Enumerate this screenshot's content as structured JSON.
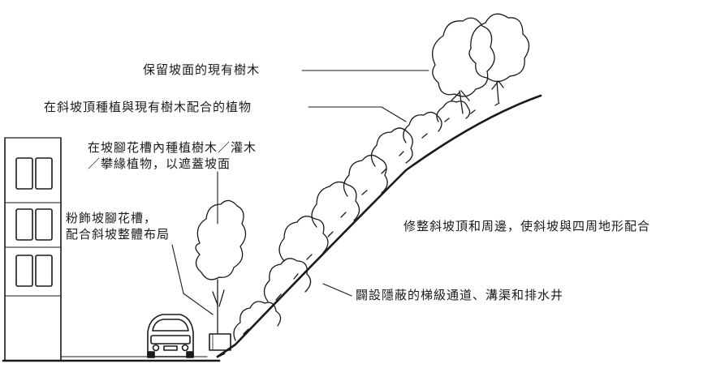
{
  "labels": {
    "retain_trees": "保留坡面的現有樹木",
    "crest_planting": "在斜坡頂種植與現有樹木配合的植物",
    "toe_planter_planting_line1": "在坡腳花槽內種植樹木／灌木",
    "toe_planter_planting_line2": "／攀緣植物，以遮蓋坡面",
    "render_planter_line1": "粉飾坡腳花槽，",
    "render_planter_line2": "配合斜坡整體布局",
    "regrade_crest": "修整斜坡頂和周邊，使斜坡與四周地形配合",
    "hidden_access": "闢設隱蔽的梯級通道、溝渠和排水井"
  },
  "colors": {
    "ink": "#1a1a1a",
    "background": "#ffffff"
  },
  "icons": [
    "tree-icon",
    "car-icon",
    "building-icon",
    "shrub-icon"
  ]
}
